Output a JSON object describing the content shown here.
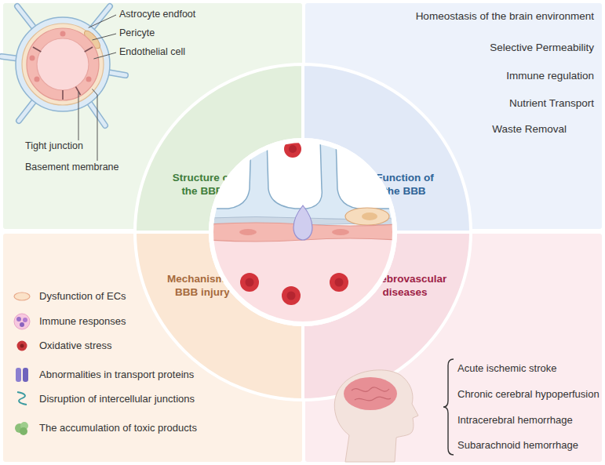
{
  "diagram": {
    "nodes": [
      {
        "text": [
          "Astrocyte endfoot",
          "Pericyte",
          "Endothelial cell",
          "Tight junction",
          "Basement membrane"
        ]
      },
      {
        "text": [
          "Structure of the BBB"
        ],
        "in": 0
      },
      {
        "text": [
          "Homeostasis of the brain environment",
          "Selective Permeability",
          "Immune regulation",
          "Nutrient Transport",
          "Waste Removal"
        ]
      },
      {
        "text": [
          "Function of the BBB"
        ],
        "in": 2
      },
      {
        "text": [
          "Dysfunction of ECs",
          "Immune responses",
          "Oxidative stress",
          "Abnormalities in transport proteins",
          "Disruption of intercellular junctions",
          "The accumulation of toxic products"
        ]
      },
      {
        "text": [
          "Mechanism of BBB injury"
        ],
        "in": 4
      },
      {
        "text": [
          "Acute ischemic stroke",
          "Chronic cerebral hypoperfusion",
          "Intracerebral hemorrhage",
          "Subarachnoid hemorrhage"
        ]
      },
      {
        "text": [
          "Cerebrovascular diseases"
        ],
        "in": 6
      }
    ]
  }
}
